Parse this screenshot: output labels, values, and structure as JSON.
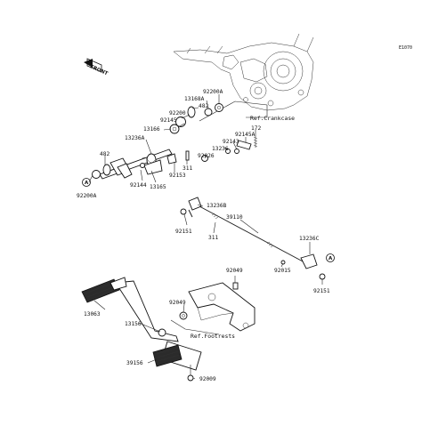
{
  "diagram": {
    "figure_code": "E1070",
    "front_label": "FRONT",
    "reference_labels": [
      "Ref.Crankcase",
      "Ref.Footrests"
    ],
    "markers": [
      "A",
      "A"
    ],
    "part_numbers": [
      "92200A",
      "13168A",
      "482",
      "92200",
      "92145",
      "13166",
      "13236A",
      "482",
      "92200A",
      "92144",
      "13165",
      "92153",
      "311",
      "92026",
      "13236",
      "92143",
      "92145A",
      "172",
      "13236B",
      "92151",
      "311",
      "39110",
      "92015",
      "13236C",
      "92151",
      "92049",
      "92049",
      "13063",
      "13156",
      "39156",
      "92009"
    ]
  }
}
